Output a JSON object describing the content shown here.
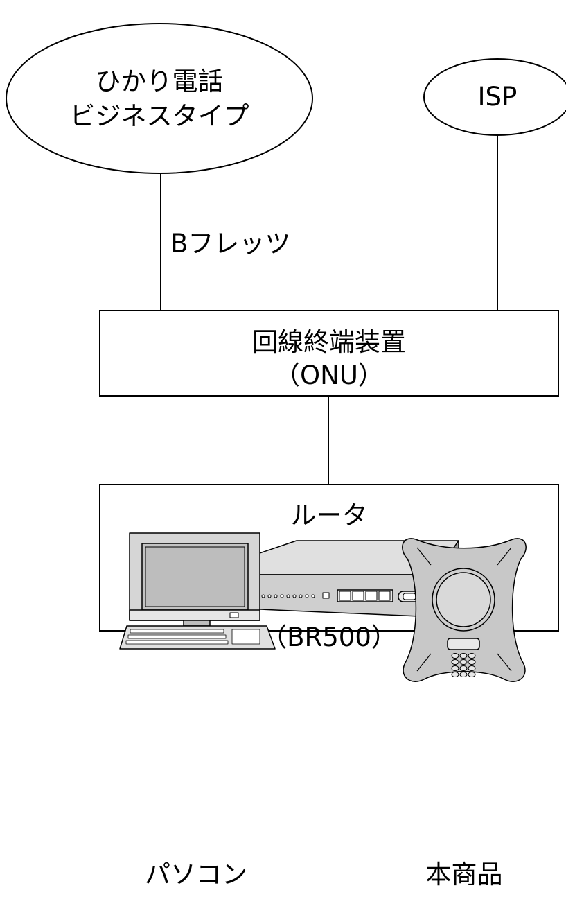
{
  "nodes": {
    "phone_network": {
      "line1": "ひかり電話",
      "line2": "ビジネスタイプ"
    },
    "isp": {
      "label": "ISP"
    },
    "onu": {
      "line1": "回線終端装置",
      "line2": "（ONU）"
    },
    "router": {
      "title": "ルータ",
      "model": "（BR500）"
    },
    "pc": {
      "label": "パソコン"
    },
    "product": {
      "label": "本商品"
    }
  },
  "edges": {
    "bflets": {
      "label": "Bフレッツ"
    }
  },
  "colors": {
    "line": "#000000",
    "device_light": "#d9d9d9",
    "device_mid": "#bfbfbf",
    "device_dark": "#8c8c8c"
  }
}
